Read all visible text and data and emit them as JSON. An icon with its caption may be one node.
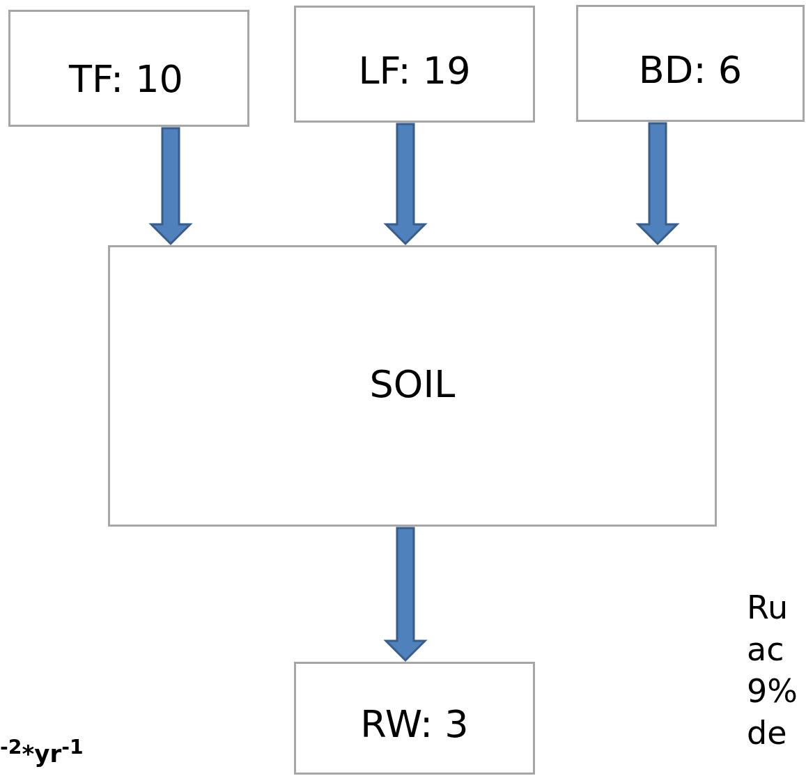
{
  "diagram": {
    "nodes": [
      {
        "text": [
          "TF: 10"
        ]
      },
      {
        "text": [
          "LF: 19"
        ]
      },
      {
        "text": [
          "BD: 6"
        ]
      },
      {
        "text": [
          "SOIL"
        ]
      },
      {
        "text": [
          "RW: 3"
        ]
      }
    ],
    "edges": [
      {
        "from": 0,
        "to": 3,
        "arrow": "to"
      },
      {
        "from": 1,
        "to": 3,
        "arrow": "to"
      },
      {
        "from": 2,
        "to": 3,
        "arrow": "to"
      },
      {
        "from": 3,
        "to": 4,
        "arrow": "to"
      }
    ],
    "labels": [
      "$^{-2}$*yr$^{-1}$",
      "Ru ac 9% de"
    ]
  }
}
